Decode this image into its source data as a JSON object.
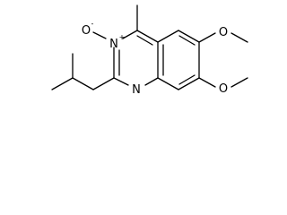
{
  "structure": {
    "atoms": {
      "n_oxide": "N",
      "n_oxide_charge": "+",
      "oxide_o": "O",
      "oxide_charge": "-",
      "n_ring": "N",
      "methoxy_o_upper": "O",
      "methoxy_o_lower": "O"
    }
  }
}
